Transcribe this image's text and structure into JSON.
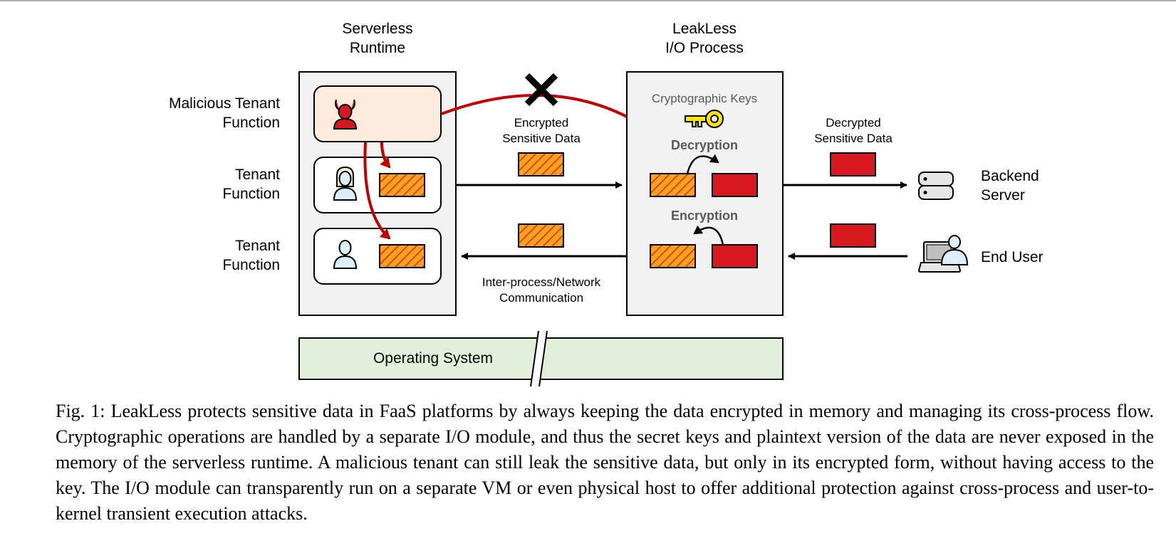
{
  "figure": {
    "columns": {
      "runtime_title": [
        "Serverless",
        "Runtime"
      ],
      "io_title": [
        "LeakLess",
        "I/O Process"
      ]
    },
    "row_labels": [
      {
        "id": "malicious",
        "lines": [
          "Malicious Tenant",
          "Function"
        ]
      },
      {
        "id": "tenant1",
        "lines": [
          "Tenant",
          "Function"
        ]
      },
      {
        "id": "tenant2",
        "lines": [
          "Tenant",
          "Function"
        ]
      }
    ],
    "io_process": {
      "keys_label": "Cryptographic Keys",
      "decryption_label": "Decryption",
      "encryption_label": "Encryption"
    },
    "channel_labels": {
      "encrypted": [
        "Encrypted",
        "Sensitive Data"
      ],
      "decrypted": [
        "Decrypted",
        "Sensitive Data"
      ],
      "ipc": [
        "Inter-process/Network",
        "Communication"
      ]
    },
    "endpoints": {
      "backend": [
        "Backend",
        "Server"
      ],
      "end_user": "End User"
    },
    "os_label": "Operating System",
    "icons": {
      "malicious": "devil-user-icon",
      "tenant1": "female-user-icon",
      "tenant2": "user-icon",
      "key": "key-icon",
      "blocked": "x-mark-icon",
      "backend": "server-icon",
      "end_user": "laptop-user-icon"
    },
    "colors": {
      "encrypted_fill": "#f9a21c",
      "encrypted_stripe": "#e8262a",
      "decrypted_fill": "#d7191f",
      "attack_arrow": "#c00000",
      "runtime_bg": "#f2f2f2",
      "malicious_bg": "#fdebdd",
      "os_bg": "#e2efda",
      "key": "#ffe600",
      "user_fill": "#dceefa"
    }
  },
  "caption": "Fig. 1: LeakLess protects sensitive data in FaaS platforms by always keeping the data encrypted in memory and managing its cross-process flow. Cryptographic operations are handled by a separate I/O module, and thus the secret keys and plaintext version of the data are never exposed in the memory of the serverless runtime. A malicious tenant can still leak the sensitive data, but only in its encrypted form, without having access to the key. The I/O module can transparently run on a separate VM or even physical host to offer additional protection against cross-process and user-to-kernel transient execution attacks."
}
